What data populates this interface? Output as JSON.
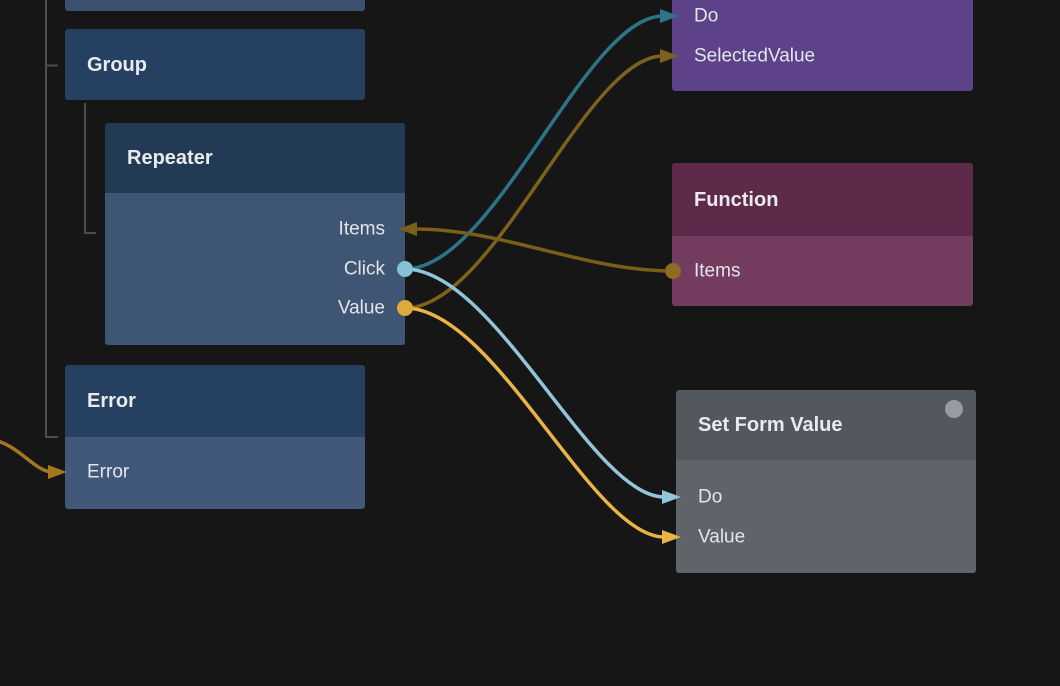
{
  "canvas": {
    "background": "#161616",
    "tree_line_color": "#4d4d4d"
  },
  "text": {
    "title_color": "#e9ebee",
    "port_color": "#e2e5e9"
  },
  "nodes": {
    "top_partial": {
      "body_color": "#3b516f"
    },
    "group": {
      "title": "Group",
      "header_color": "#254060"
    },
    "repeater": {
      "title": "Repeater",
      "header_color": "#223a54",
      "body_color": "#3e5573",
      "ports": [
        {
          "label": "Items"
        },
        {
          "label": "Click"
        },
        {
          "label": "Value"
        }
      ]
    },
    "error": {
      "title": "Error",
      "header_color": "#254060",
      "body_color": "#41587a",
      "ports": [
        {
          "label": "Error"
        }
      ]
    },
    "purple_partial": {
      "body_color": "#5e4289",
      "ports": [
        {
          "label": "Do"
        },
        {
          "label": "SelectedValue"
        }
      ]
    },
    "function": {
      "title": "Function",
      "header_color": "#5f2949",
      "body_color": "#733c5f",
      "ports": [
        {
          "label": "Items"
        }
      ]
    },
    "set_form_value": {
      "title": "Set Form Value",
      "header_color": "#53575e",
      "body_color": "#5f646b",
      "badge_color": "#989ca2",
      "ports": [
        {
          "label": "Do"
        },
        {
          "label": "Value"
        }
      ]
    }
  },
  "connectors": {
    "repeater_click_dot_color": "#84c0d6",
    "repeater_value_dot_color": "#dcab3b",
    "function_items_dot_color": "#8d6c20"
  },
  "connections": [
    {
      "from": "Repeater.Click",
      "to": "PurpleNode.Do",
      "color": "#2e7488"
    },
    {
      "from": "Repeater.Value",
      "to": "PurpleNode.SelectedValue",
      "color": "#7d611c"
    },
    {
      "from": "Repeater.Click",
      "to": "SetFormValue.Do",
      "color": "#93c5da"
    },
    {
      "from": "Repeater.Value",
      "to": "SetFormValue.Value",
      "color": "#e8b445"
    },
    {
      "from": "Function.Items",
      "to": "Repeater.Items",
      "color": "#7a5e1a"
    },
    {
      "from": "offscreen-left",
      "to": "Error.Error",
      "color": "#a3761f"
    }
  ]
}
